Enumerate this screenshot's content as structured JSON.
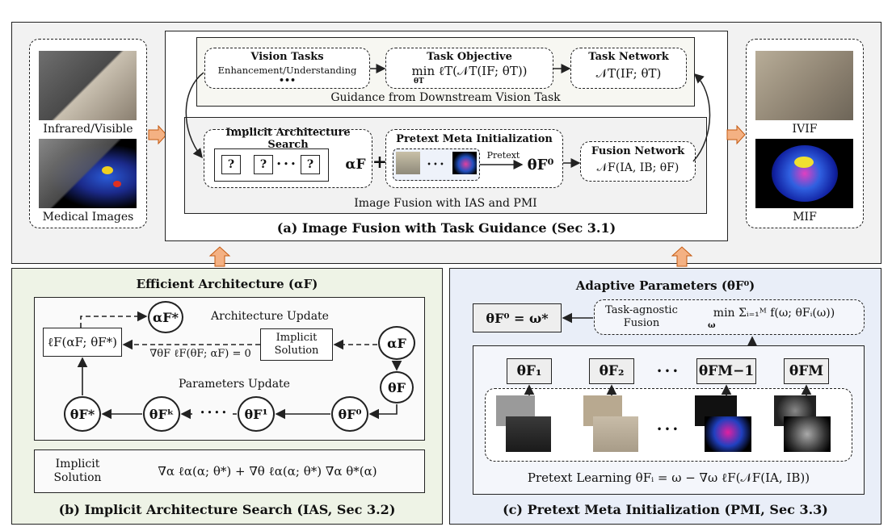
{
  "top": {
    "left_panel": {
      "infrared_label": "Infrared/Visible",
      "medical_label": "Medical Images"
    },
    "right_panel": {
      "ivif_label": "IVIF",
      "mif_label": "MIF"
    },
    "guidance": {
      "vision_tasks_title": "Vision Tasks",
      "vision_tasks_sub": "Enhancement/Understanding",
      "vision_tasks_dots": "•••",
      "task_objective_title": "Task Objective",
      "task_objective_formula": "min ℓT(𝒩T(IF; θT))",
      "task_objective_sub": "θT",
      "task_network_title": "Task Network",
      "task_network_formula": "𝒩T(IF; θT)",
      "caption": "Guidance from Downstream Vision Task"
    },
    "fusion": {
      "ias_title": "Implicit Architecture Search",
      "q": "?",
      "dots": "• • •",
      "alpha": "αF",
      "plus": "+",
      "pmi_title": "Pretext Meta Initialization",
      "pmi_dots": "• • •",
      "pretext_label": "Pretext",
      "theta0": "θF⁰",
      "fusion_net_title": "Fusion Network",
      "fusion_net_formula": "𝒩F(IA, IB; θF)",
      "caption": "Image Fusion with IAS and PMI"
    },
    "title": "(a) Image Fusion with Task Guidance (Sec 3.1)"
  },
  "panel_b": {
    "header": "Efficient Architecture (αF)",
    "alpha_star": "αF*",
    "loss_box": "ℓF(αF; θF*)",
    "arch_update": "Architecture Update",
    "implicit_solution_box": "Implicit Solution",
    "gradient_eq": "∇θF ℓF(θF; αF) = 0",
    "alpha_node": "αF",
    "theta_node": "θF",
    "params_update": "Parameters Update",
    "theta_star": "θF*",
    "theta_k": "θFᵏ",
    "dots": "• • • •",
    "theta_1": "θF¹",
    "theta_0": "θF⁰",
    "implicit_label": "Implicit Solution",
    "implicit_formula": "∇α ℓα(α; θ*) + ∇θ ℓα(α; θ*) ∇α θ*(α)",
    "title": "(b) Implicit Architecture Search (IAS, Sec 3.2)"
  },
  "panel_c": {
    "header": "Adaptive Parameters (θF⁰)",
    "theta_eq_omega": "θF⁰ = ω*",
    "task_agnostic": "Task-agnostic Fusion",
    "min_formula": "min Σᵢ₌₁ᴹ f(ω; θFᵢ(ω))",
    "omega_sub": "ω",
    "thetas": [
      "θF₁",
      "θF₂",
      "θFM−1",
      "θFM"
    ],
    "dots": "• • •",
    "pretext_learning": "Pretext Learning  θFᵢ = ω − ∇ω ℓF(𝒩F(IA, IB))",
    "title": "(c) Pretext Meta Initialization (PMI, Sec 3.3)"
  },
  "colors": {
    "top_bg": "#f2f2f2",
    "panel_b_bg": "#eef3e6",
    "panel_c_bg": "#e9eef8",
    "arrow_orange": "#f4b183"
  }
}
